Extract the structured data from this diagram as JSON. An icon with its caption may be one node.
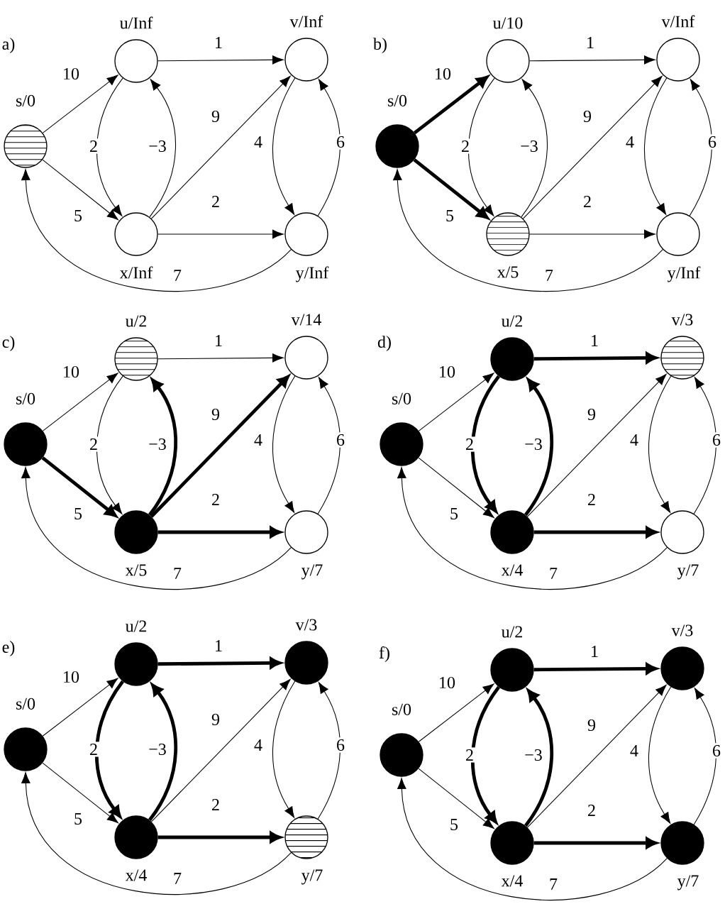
{
  "diagram": {
    "nodes": [
      {
        "text": [
          "s/0"
        ]
      },
      {
        "text": [
          "u/Inf"
        ]
      },
      {
        "text": [
          "v/Inf"
        ]
      },
      {
        "text": [
          "x/Inf"
        ]
      },
      {
        "text": [
          "y/Inf"
        ]
      },
      {
        "text": [
          "s/0"
        ]
      },
      {
        "text": [
          "u/10"
        ]
      },
      {
        "text": [
          "v/Inf"
        ]
      },
      {
        "text": [
          "x/5"
        ]
      },
      {
        "text": [
          "y/Inf"
        ]
      },
      {
        "text": [
          "s/0"
        ]
      },
      {
        "text": [
          "u/2"
        ]
      },
      {
        "text": [
          "v/14"
        ]
      },
      {
        "text": [
          "x/5"
        ]
      },
      {
        "text": [
          "y/7"
        ]
      },
      {
        "text": [
          "s/0"
        ]
      },
      {
        "text": [
          "u/2"
        ]
      },
      {
        "text": [
          "v/3"
        ]
      },
      {
        "text": [
          "x/4"
        ]
      },
      {
        "text": [
          "y/7"
        ]
      },
      {
        "text": [
          "s/0"
        ]
      },
      {
        "text": [
          "u/2"
        ]
      },
      {
        "text": [
          "v/3"
        ]
      },
      {
        "text": [
          "x/4"
        ]
      },
      {
        "text": [
          "y/7"
        ]
      },
      {
        "text": [
          "s/0"
        ]
      },
      {
        "text": [
          "u/2"
        ]
      },
      {
        "text": [
          "v/3"
        ]
      },
      {
        "text": [
          "x/4"
        ]
      },
      {
        "text": [
          "y/7"
        ]
      }
    ],
    "edges": [
      {
        "from": 0,
        "to": 1,
        "arrow": "to",
        "label": "10"
      },
      {
        "from": 0,
        "to": 3,
        "arrow": "to",
        "label": "5"
      },
      {
        "from": 1,
        "to": 2,
        "arrow": "to",
        "label": "1"
      },
      {
        "from": 1,
        "to": 3,
        "arrow": "to",
        "label": "2"
      },
      {
        "from": 3,
        "to": 1,
        "arrow": "to",
        "label": "−3"
      },
      {
        "from": 3,
        "to": 2,
        "arrow": "to",
        "label": "9"
      },
      {
        "from": 3,
        "to": 4,
        "arrow": "to",
        "label": "2"
      },
      {
        "from": 2,
        "to": 4,
        "arrow": "to",
        "label": "4"
      },
      {
        "from": 4,
        "to": 2,
        "arrow": "to",
        "label": "6"
      },
      {
        "from": 4,
        "to": 0,
        "arrow": "to",
        "label": "7"
      },
      {
        "from": 5,
        "to": 6,
        "arrow": "to",
        "label": "10",
        "style": "thick"
      },
      {
        "from": 5,
        "to": 8,
        "arrow": "to",
        "label": "5",
        "style": "thick"
      },
      {
        "from": 6,
        "to": 7,
        "arrow": "to",
        "label": "1"
      },
      {
        "from": 6,
        "to": 8,
        "arrow": "to",
        "label": "2"
      },
      {
        "from": 8,
        "to": 6,
        "arrow": "to",
        "label": "−3"
      },
      {
        "from": 8,
        "to": 7,
        "arrow": "to",
        "label": "9"
      },
      {
        "from": 8,
        "to": 9,
        "arrow": "to",
        "label": "2"
      },
      {
        "from": 7,
        "to": 9,
        "arrow": "to",
        "label": "4"
      },
      {
        "from": 9,
        "to": 7,
        "arrow": "to",
        "label": "6"
      },
      {
        "from": 9,
        "to": 5,
        "arrow": "to",
        "label": "7"
      },
      {
        "from": 10,
        "to": 11,
        "arrow": "to",
        "label": "10"
      },
      {
        "from": 10,
        "to": 13,
        "arrow": "to",
        "label": "5",
        "style": "thick"
      },
      {
        "from": 11,
        "to": 12,
        "arrow": "to",
        "label": "1"
      },
      {
        "from": 11,
        "to": 13,
        "arrow": "to",
        "label": "2"
      },
      {
        "from": 13,
        "to": 11,
        "arrow": "to",
        "label": "−3",
        "style": "thick"
      },
      {
        "from": 13,
        "to": 12,
        "arrow": "to",
        "label": "9",
        "style": "thick"
      },
      {
        "from": 13,
        "to": 14,
        "arrow": "to",
        "label": "2",
        "style": "thick"
      },
      {
        "from": 12,
        "to": 14,
        "arrow": "to",
        "label": "4"
      },
      {
        "from": 14,
        "to": 12,
        "arrow": "to",
        "label": "6"
      },
      {
        "from": 14,
        "to": 10,
        "arrow": "to",
        "label": "7"
      },
      {
        "from": 15,
        "to": 16,
        "arrow": "to",
        "label": "10"
      },
      {
        "from": 15,
        "to": 18,
        "arrow": "to",
        "label": "5"
      },
      {
        "from": 16,
        "to": 17,
        "arrow": "to",
        "label": "1",
        "style": "thick"
      },
      {
        "from": 16,
        "to": 18,
        "arrow": "to",
        "label": "2",
        "style": "thick"
      },
      {
        "from": 18,
        "to": 16,
        "arrow": "to",
        "label": "−3",
        "style": "thick"
      },
      {
        "from": 18,
        "to": 17,
        "arrow": "to",
        "label": "9"
      },
      {
        "from": 18,
        "to": 19,
        "arrow": "to",
        "label": "2",
        "style": "thick"
      },
      {
        "from": 17,
        "to": 19,
        "arrow": "to",
        "label": "4"
      },
      {
        "from": 19,
        "to": 17,
        "arrow": "to",
        "label": "6"
      },
      {
        "from": 19,
        "to": 15,
        "arrow": "to",
        "label": "7"
      },
      {
        "from": 20,
        "to": 21,
        "arrow": "to",
        "label": "10"
      },
      {
        "from": 20,
        "to": 23,
        "arrow": "to",
        "label": "5"
      },
      {
        "from": 21,
        "to": 22,
        "arrow": "to",
        "label": "1",
        "style": "thick"
      },
      {
        "from": 21,
        "to": 23,
        "arrow": "to",
        "label": "2",
        "style": "thick"
      },
      {
        "from": 23,
        "to": 21,
        "arrow": "to",
        "label": "−3",
        "style": "thick"
      },
      {
        "from": 23,
        "to": 22,
        "arrow": "to",
        "label": "9"
      },
      {
        "from": 23,
        "to": 24,
        "arrow": "to",
        "label": "2",
        "style": "thick"
      },
      {
        "from": 22,
        "to": 24,
        "arrow": "to",
        "label": "4"
      },
      {
        "from": 24,
        "to": 22,
        "arrow": "to",
        "label": "6"
      },
      {
        "from": 24,
        "to": 20,
        "arrow": "to",
        "label": "7"
      },
      {
        "from": 25,
        "to": 26,
        "arrow": "to",
        "label": "10"
      },
      {
        "from": 25,
        "to": 28,
        "arrow": "to",
        "label": "5"
      },
      {
        "from": 26,
        "to": 27,
        "arrow": "to",
        "label": "1",
        "style": "thick"
      },
      {
        "from": 26,
        "to": 28,
        "arrow": "to",
        "label": "2",
        "style": "thick"
      },
      {
        "from": 28,
        "to": 26,
        "arrow": "to",
        "label": "−3",
        "style": "thick"
      },
      {
        "from": 28,
        "to": 27,
        "arrow": "to",
        "label": "9"
      },
      {
        "from": 28,
        "to": 29,
        "arrow": "to",
        "label": "2",
        "style": "thick"
      },
      {
        "from": 27,
        "to": 29,
        "arrow": "to",
        "label": "4"
      },
      {
        "from": 29,
        "to": 27,
        "arrow": "to",
        "label": "6"
      },
      {
        "from": 29,
        "to": 25,
        "arrow": "to",
        "label": "7"
      }
    ],
    "labels": [
      "a)",
      "b)",
      "c)",
      "d)",
      "e)",
      "f)"
    ]
  }
}
